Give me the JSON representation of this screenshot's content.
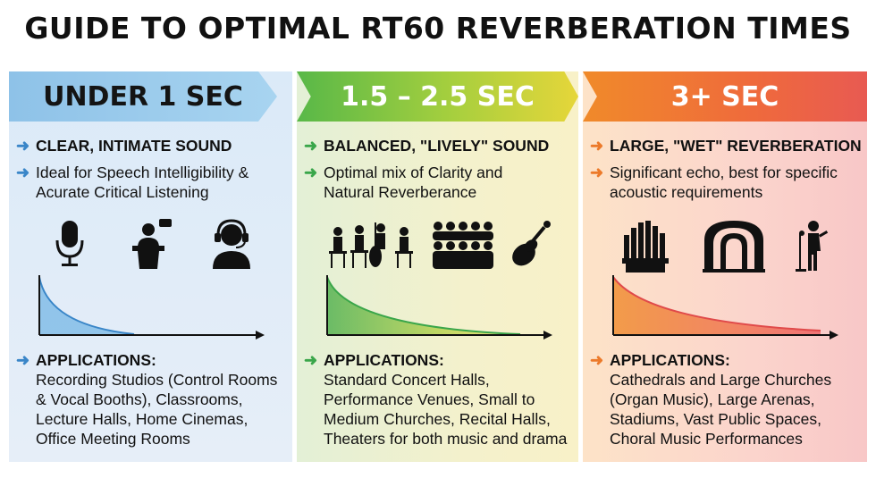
{
  "title": "GUIDE TO OPTIMAL RT60 REVERBERATION TIMES",
  "panels": [
    {
      "heading": "UNDER 1 SEC",
      "subheading": "CLEAR, INTIMATE SOUND",
      "description": "Ideal for Speech Intelligibility & Acurate Critical Listening",
      "applications_label": "APPLICATIONS:",
      "applications": "Recording Studios (Control Rooms & Vocal Booths), Classrooms, Lecture Halls, Home Cinemas, Office Meeting Rooms",
      "icons": [
        "microphone-icon",
        "lectern-speaker-icon",
        "headset-person-icon"
      ],
      "decay": "short",
      "accent": "#3a86c8"
    },
    {
      "heading": "1.5 – 2.5 SEC",
      "subheading": "BALANCED, \"LIVELY\" SOUND",
      "description": "Optimal mix of Clarity and Natural Reverberance",
      "applications_label": "APPLICATIONS:",
      "applications": "Standard Concert Halls, Performance Venues, Small to Medium Churches, Recital Halls, Theaters for both music and drama",
      "icons": [
        "string-quartet-icon",
        "choir-icon",
        "violin-icon"
      ],
      "decay": "medium",
      "accent": "#3aa64a"
    },
    {
      "heading": "3+ SEC",
      "subheading": "LARGE, \"WET\" REVERBERATION",
      "description": "Significant echo, best for specific acoustic requirements",
      "applications_label": "APPLICATIONS:",
      "applications": "Cathedrals and Large Churches (Organ Music), Large Arenas, Stadiums, Vast Public Spaces, Choral Music Performances",
      "icons": [
        "pipe-organ-icon",
        "cathedral-arches-icon",
        "singer-icon"
      ],
      "decay": "long",
      "accent": "#ec7a2a"
    }
  ]
}
